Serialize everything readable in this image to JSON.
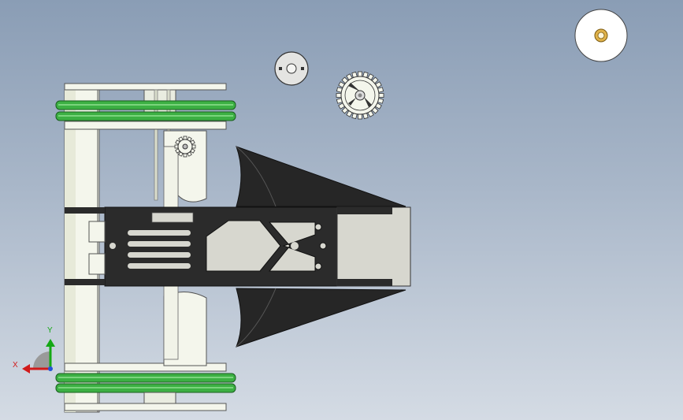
{
  "viewport": {
    "background_top": "#8a9db5",
    "background_bottom": "#d4dbe4"
  },
  "model": {
    "components": [
      "left-wheel-assembly-top",
      "left-wheel-assembly-bottom",
      "main-chassis-plate",
      "wedge-scoop",
      "small-spur-gear",
      "large-spur-gear",
      "drive-hub",
      "bearing-washer"
    ],
    "colors": {
      "chassis": "#2b2b2b",
      "track_band": "#3cb043",
      "cylinder": "#f4f6ec",
      "plate": "#d7d7cf",
      "bearing": "#d4a017"
    }
  },
  "triad": {
    "x_label": "X",
    "y_label": "Y",
    "x_color": "#d11a1a",
    "y_color": "#14a814"
  }
}
